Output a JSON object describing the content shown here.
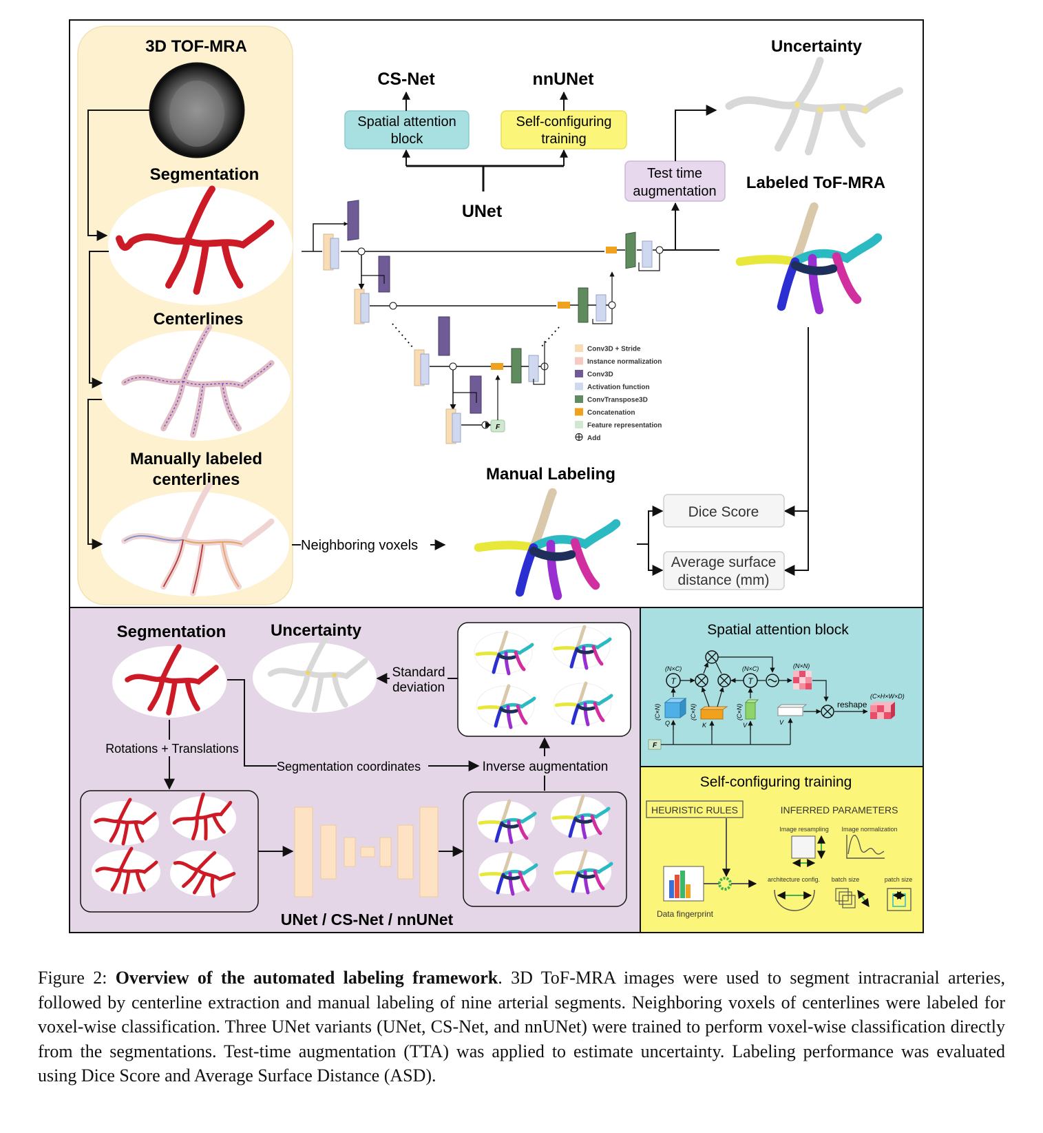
{
  "top": {
    "left_panel": {
      "input_title": "3D TOF-MRA",
      "segmentation_title": "Segmentation",
      "centerlines_title": "Centerlines",
      "manual_title_line1": "Manually labeled",
      "manual_title_line2": "centerlines"
    },
    "cs_net": "CS-Net",
    "nnunet": "nnUNet",
    "spatial_attention_line1": "Spatial attention",
    "spatial_attention_line2": "block",
    "self_config_line1": "Self-configuring",
    "self_config_line2": "training",
    "unet": "UNet",
    "tta_line1": "Test time",
    "tta_line2": "augmentation",
    "uncertainty": "Uncertainty",
    "labeled_tof": "Labeled ToF-MRA",
    "manual_labeling": "Manual Labeling",
    "neighboring_voxels": "Neighboring voxels",
    "dice_score": "Dice Score",
    "asd_line1": "Average surface",
    "asd_line2": "distance (mm)",
    "feature_label": "F",
    "legend": [
      {
        "label": "Conv3D + Stride",
        "color": "#f9dcb4"
      },
      {
        "label": "Instance normalization",
        "color": "#f6c9c2"
      },
      {
        "label": "Conv3D",
        "color": "#6f5b96"
      },
      {
        "label": "Activation function",
        "color": "#cfd8ee"
      },
      {
        "label": "ConvTranspose3D",
        "color": "#5f8b5f"
      },
      {
        "label": "Concatenation",
        "color": "#f0a21e"
      },
      {
        "label": "Feature representation",
        "color": "#cfe8cf"
      },
      {
        "label": "Add",
        "color": "#ffffff"
      }
    ]
  },
  "tta_panel": {
    "segmentation": "Segmentation",
    "uncertainty": "Uncertainty",
    "std_line1": "Standard",
    "std_line2": "deviation",
    "rotations": "Rotations + Translations",
    "seg_coords": "Segmentation coordinates",
    "inverse_aug": "Inverse augmentation",
    "models": "UNet / CS-Net / nnUNet"
  },
  "sab_panel": {
    "title": "Spatial attention block",
    "dim_nc1": "(N×C)",
    "dim_nc2": "(N×C)",
    "dim_nn": "(N×N)",
    "dim_out": "(C×H×W×D)",
    "reshape": "reshape",
    "q": "Q",
    "k": "K",
    "v_small": "V",
    "v": "V",
    "f": "F",
    "t": "T",
    "cn1": "(C×N)",
    "cn2": "(C×N)",
    "cn3": "(C×N)"
  },
  "sct_panel": {
    "title": "Self-configuring training",
    "heuristic": "HEURISTIC RULES",
    "inferred": "INFERRED PARAMETERS",
    "resampling": "Image resampling",
    "normalization": "Image normalization",
    "arch": "architecture config.",
    "batch": "batch size",
    "patch": "patch size",
    "fingerprint": "Data fingerprint"
  },
  "caption": {
    "prefix": "Figure 2: ",
    "bold": "Overview of the automated labeling framework",
    "text": ". 3D ToF-MRA images were used to segment intracranial arteries, followed by centerline extraction and manual labeling of nine arterial segments.  Neighboring voxels of centerlines were labeled for voxel-wise classification. Three UNet variants (UNet, CS-Net, and nnUNet) were trained to perform voxel-wise classification directly from the segmentations. Test-time augmentation (TTA) was applied to estimate uncertainty. Labeling performance was evaluated using Dice Score and Average Surface Distance (ASD)."
  }
}
